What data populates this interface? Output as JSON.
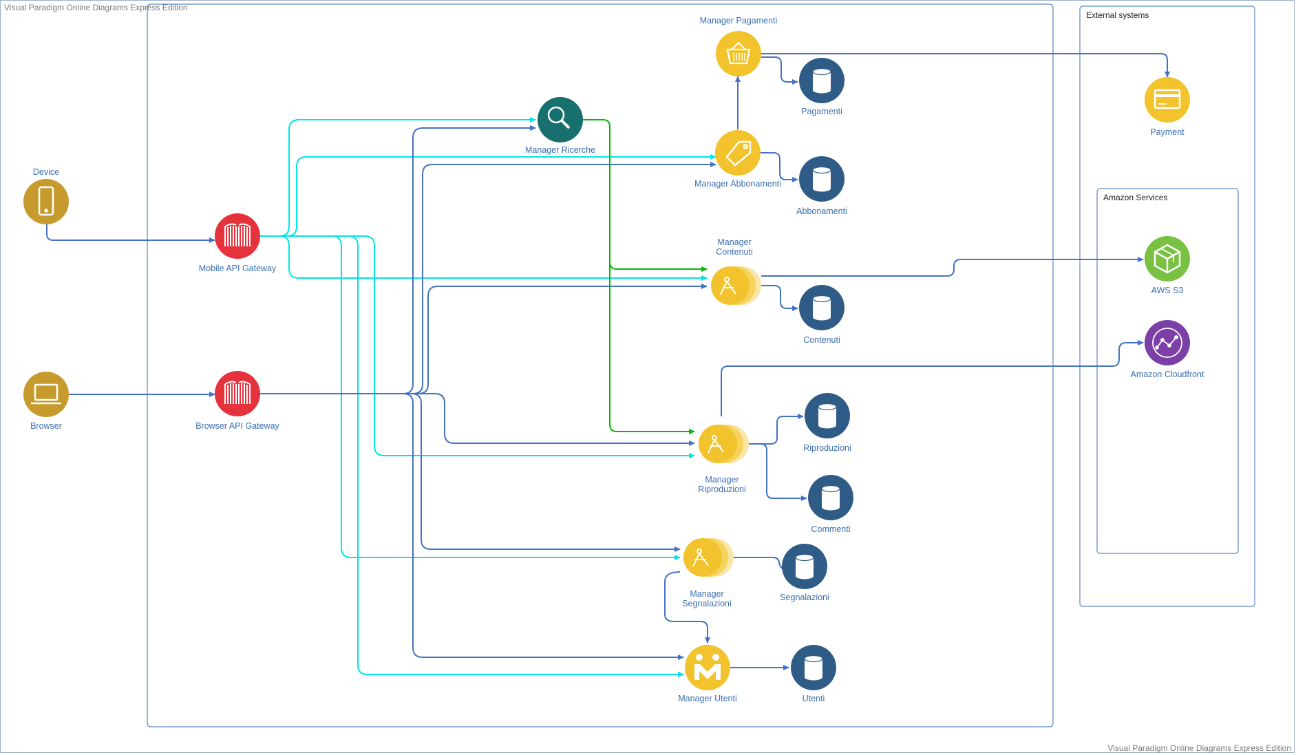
{
  "watermark": {
    "top": "Visual Paradigm Online Diagrams Express Edition",
    "bottom": "Visual Paradigm Online Diagrams Express Edition"
  },
  "groups": {
    "external": "External systems",
    "amazon": "Amazon Services"
  },
  "nodes": {
    "device": "Device",
    "browser": "Browser",
    "mobile_gateway": "Mobile API Gateway",
    "browser_gateway": "Browser API Gateway",
    "manager_ricerche": "Manager Ricerche",
    "manager_pagamenti": "Manager Pagamenti",
    "manager_abbonamenti": "Manager Abbonamenti",
    "manager_contenuti": [
      "Manager",
      "Contenuti"
    ],
    "manager_riproduzioni": [
      "Manager",
      "Riproduzioni"
    ],
    "manager_segnalazioni": [
      "Manager",
      "Segnalazioni"
    ],
    "manager_utenti": "Manager Utenti",
    "db_pagamenti": "Pagamenti",
    "db_abbonamenti": "Abbonamenti",
    "db_contenuti": "Contenuti",
    "db_riproduzioni": "Riproduzioni",
    "db_commenti": "Commenti",
    "db_segnalazioni": "Segnalazioni",
    "db_utenti": "Utenti",
    "payment": "Payment",
    "aws_s3": "AWS S3",
    "cloudfront": "Amazon Cloudfront"
  },
  "colors": {
    "edge_blue": "#4472c4",
    "edge_cyan": "#00e5e5",
    "edge_green": "#00bb00",
    "gateway_red": "#e5323c",
    "manager_yellow": "#f2c32c",
    "manager_light": "#f5d35c",
    "db_navy": "#2e5c87",
    "device_gold": "#c79a2e",
    "search_teal": "#17706e",
    "s3_green": "#7ac143",
    "cloudfront_purple": "#7b3fa6",
    "label_blue": "#3a6fb0"
  },
  "icons": {
    "device": "smartphone-icon",
    "browser": "laptop-icon",
    "gateway": "gate-icon",
    "ricerche": "magnifier-icon",
    "pagamenti": "basket-icon",
    "abbonamenti": "tag-icon",
    "contenuti": "compass-icon",
    "utenti": "users-icon",
    "database": "database-icon",
    "payment": "credit-card-icon",
    "s3": "cube-icon",
    "cloudfront": "network-icon"
  }
}
